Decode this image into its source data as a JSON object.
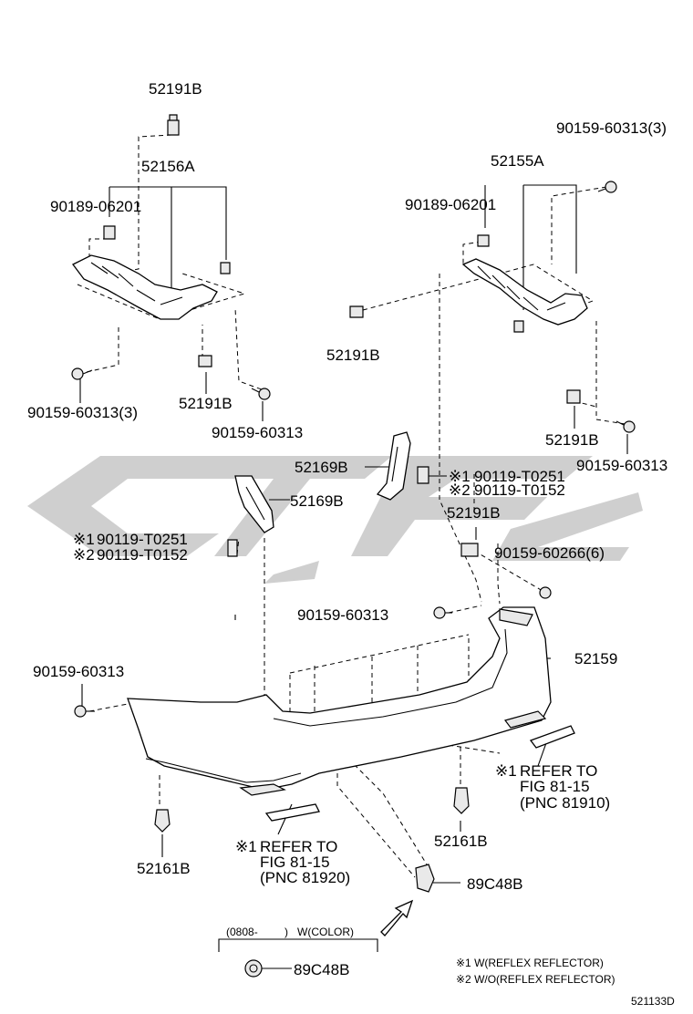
{
  "parts": {
    "p1": "52191B",
    "p2": "52156A",
    "p3": "90189-06201",
    "p4": "90159-60313(3)",
    "p5": "52191B",
    "p6": "90159-60313",
    "p7": "90159-60313(3)",
    "p8": "52155A",
    "p9": "90189-06201",
    "p10": "52191B",
    "p11": "52191B",
    "p12": "90159-60313",
    "p13": "52169B",
    "p14": "52169B",
    "p15": "90119-T0251",
    "p16": "90119-T0152",
    "p17": "90119-T0251",
    "p18": "90119-T0152",
    "p19": "52191B",
    "p20": "90159-60266(6)",
    "p21": "90159-60313",
    "p22": "52159",
    "p23": "90159-60313",
    "p24": "52161B",
    "p25": "52161B",
    "p26": "89C48B",
    "p27": "89C48B"
  },
  "markers": {
    "m1": "※1",
    "m2": "※2"
  },
  "refs": {
    "right": {
      "l1": "REFER TO",
      "l2": "FIG 81-15",
      "l3": "(PNC 81910)"
    },
    "left": {
      "l1": "REFER TO",
      "l2": "FIG 81-15",
      "l3": "(PNC 81920)"
    }
  },
  "color_note": {
    "from": "(0808-",
    "to": ")",
    "w": "W(COLOR)"
  },
  "legend": {
    "n1": "※1 W(REFLEX REFLECTOR)",
    "n2": "※2 W/O(REFLEX REFLECTOR)"
  },
  "figure_id": "521133D",
  "colors": {
    "line": "#000000",
    "watermark": "#cfcfcf",
    "background": "#ffffff"
  }
}
